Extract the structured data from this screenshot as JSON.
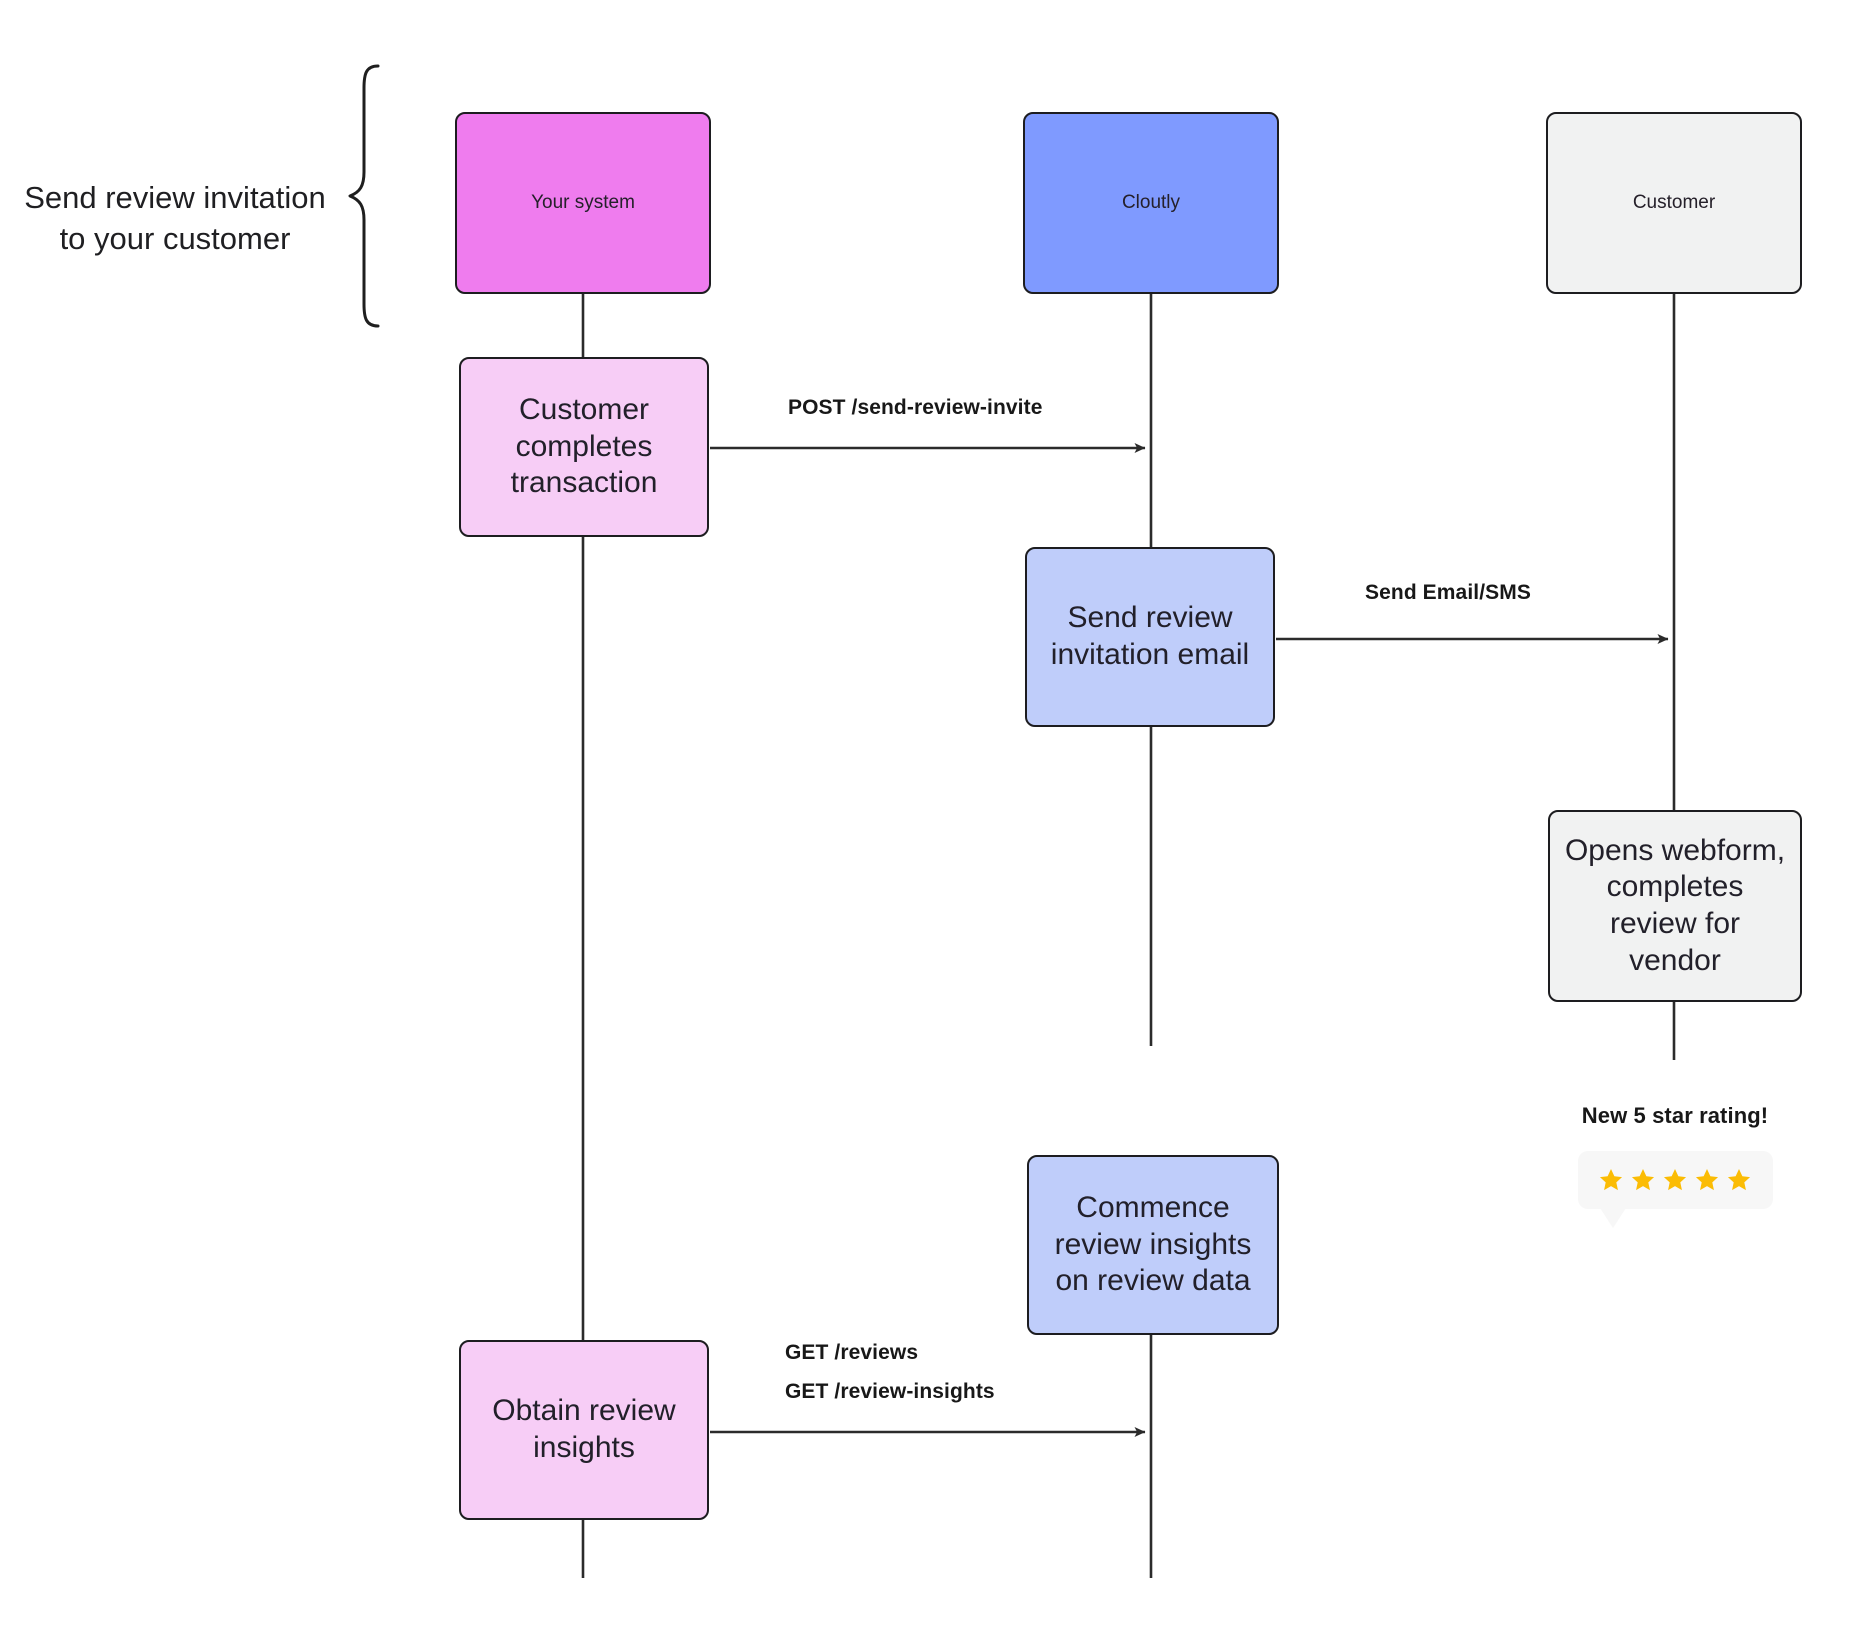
{
  "diagram": {
    "type": "sequence-diagram",
    "background": "#ffffff",
    "bracket_note": "Send review invitation\nto your customer",
    "bracket_note_line1": "Send review invitation",
    "bracket_note_line2": "to your customer",
    "participants": [
      {
        "id": "your-system",
        "label": "Your system",
        "color": "#ef7cee"
      },
      {
        "id": "cloutly",
        "label": "Cloutly",
        "color": "#7f9aff"
      },
      {
        "id": "customer",
        "label": "Customer",
        "color": "#f1f2f2"
      }
    ],
    "activations": [
      {
        "id": "customer-completes-transaction",
        "lane": "your-system",
        "lines": [
          "Customer",
          "completes",
          "transaction"
        ],
        "color": "#f7cdf6"
      },
      {
        "id": "send-review-invitation-email",
        "lane": "cloutly",
        "lines": [
          "Send review",
          "invitation email"
        ],
        "color": "#bfcdfa"
      },
      {
        "id": "opens-webform",
        "lane": "customer",
        "lines": [
          "Opens webform,",
          "completes",
          "review for",
          "vendor"
        ],
        "color": "#f1f2f2"
      },
      {
        "id": "commence-review-insights",
        "lane": "cloutly",
        "lines": [
          "Commence",
          "review insights",
          "on review data"
        ],
        "color": "#bfcdfa"
      },
      {
        "id": "obtain-review-insights",
        "lane": "your-system",
        "lines": [
          "Obtain review",
          "insights"
        ],
        "color": "#f7cdf6"
      }
    ],
    "messages": [
      {
        "id": "post-send-review-invite",
        "from": "your-system",
        "to": "cloutly",
        "label": "POST /send-review-invite"
      },
      {
        "id": "send-email-sms",
        "from": "cloutly",
        "to": "customer",
        "label": "Send Email/SMS"
      },
      {
        "id": "get-reviews",
        "from": "your-system",
        "to": "cloutly",
        "label": "GET /reviews"
      },
      {
        "id": "get-review-insights",
        "from": "your-system",
        "to": "cloutly",
        "label": "GET /review-insights"
      }
    ],
    "rating_callout": {
      "title": "New 5 star rating!",
      "stars_filled": 5,
      "stars_total": 5,
      "star_color": "#fbbc04",
      "bubble_color": "#f7f7f7"
    }
  }
}
